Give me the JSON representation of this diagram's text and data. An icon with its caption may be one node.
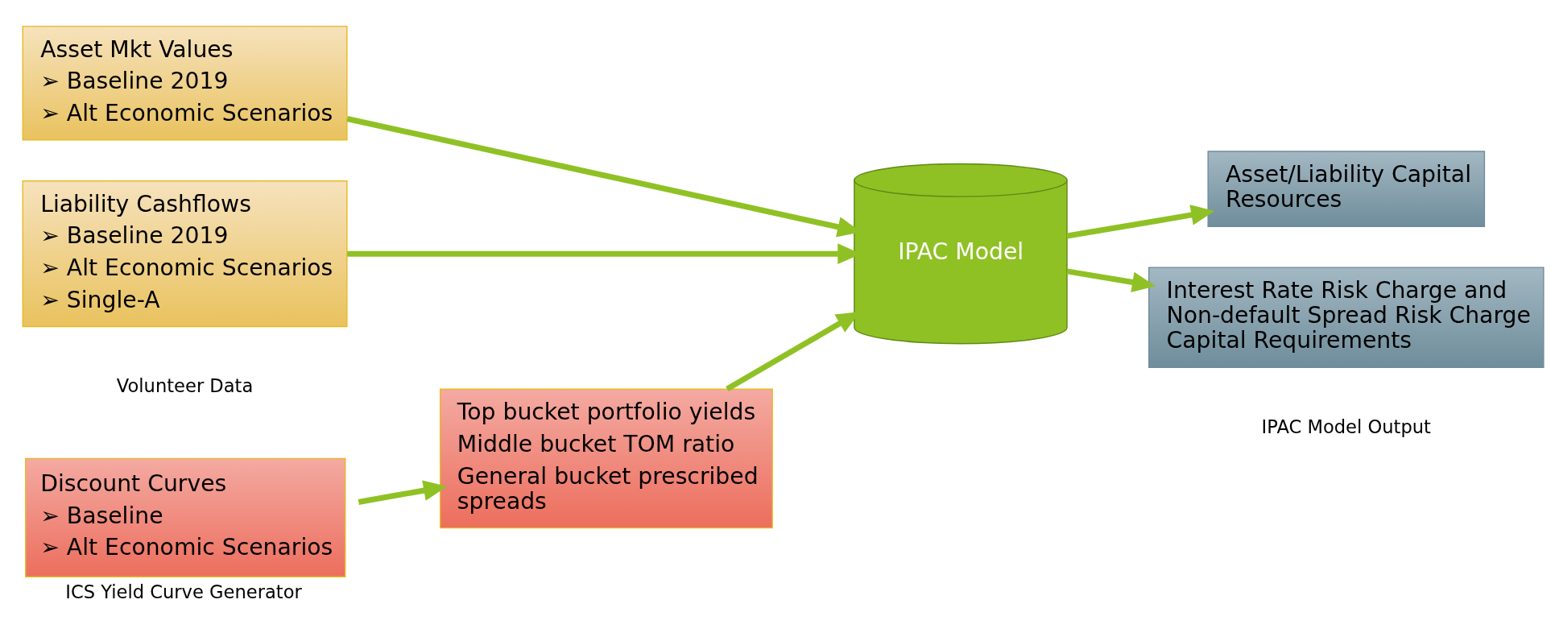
{
  "diagram": {
    "nodes": [
      {
        "text": [
          "Asset Mkt Values",
          "➢ Baseline 2019",
          "➢ Alt Economic Scenarios"
        ]
      },
      {
        "text": [
          "Liability Cashflows",
          "➢ Baseline 2019",
          "➢ Alt Economic Scenarios",
          "➢ Single-A"
        ]
      },
      {
        "text": [
          "IPAC Model"
        ]
      },
      {
        "text": [
          "Asset/Liability Capital Resources"
        ]
      },
      {
        "text": [
          "Interest Rate Risk Charge and Non-default Spread Risk Charge Capital Requirements"
        ]
      },
      {
        "text": [
          "Discount Curves",
          "➢ Baseline",
          "➢ Alt Economic Scenarios"
        ],
        "beside": [
          "ICS Yield Curve Generator"
        ]
      },
      {
        "text": [
          "Top bucket portfolio yields",
          "Middle bucket TOM ratio",
          "General bucket prescribed spreads"
        ]
      }
    ],
    "edges": [
      {
        "from": 0,
        "to": 2,
        "arrow": "to"
      },
      {
        "from": 1,
        "to": 2,
        "arrow": "to"
      },
      {
        "from": 2,
        "to": 3,
        "arrow": "to"
      },
      {
        "from": 2,
        "to": 4,
        "arrow": "to"
      },
      {
        "from": 5,
        "to": 6,
        "arrow": "to"
      },
      {
        "from": 6,
        "to": 2,
        "arrow": "to"
      }
    ],
    "labels": [
      "Volunteer Data",
      "IPAC Model Output"
    ]
  }
}
